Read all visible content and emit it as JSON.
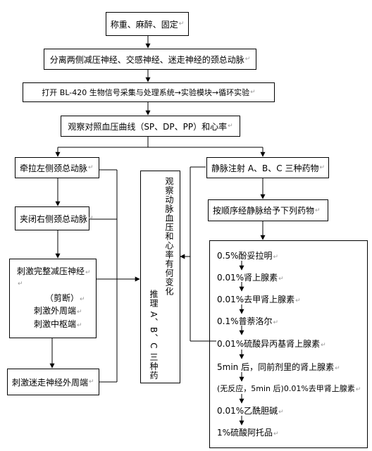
{
  "paragraph_mark": "↵",
  "steps": {
    "s1": "称重、麻醉、固定",
    "s2": "分离两侧减压神经、交感神经、迷走神经的颈总动脉",
    "s3": "打开 BL-420 生物信号采集与处理系统→实验模块→循环实验",
    "s4": "观察对照血压曲线（SP、DP、PP）和心率"
  },
  "left": {
    "l1": "牵拉左侧颈总动脉",
    "l2": "夹闭右侧颈总动脉",
    "l3_title": "刺激完整减压神经",
    "l3_cut": "（剪断）",
    "l3_a": "刺激外周端",
    "l3_b": "刺激中枢端",
    "l4": "刺激迷走神经外周端"
  },
  "center": {
    "col1": "观察动脉血压和心率有何变化",
    "col2": "推理 A、B、C 三种药"
  },
  "right": {
    "r1": "静脉注射 A、B、C 三种药物",
    "r2": "按顺序经静脉给予下列药物",
    "drugs": [
      "0.5%酚妥拉明",
      "0.01%肾上腺素",
      "0.01%去甲肾上腺素",
      "0.1%普萘洛尔",
      "0.01%硫酸异丙基肾上腺素",
      "5min 后，同前剂里的肾上腺素",
      "(无反应，5min 后)0.01%去甲肾上腺素",
      "0.01%乙酰胆碱",
      "1%硫酸阿托品"
    ]
  }
}
